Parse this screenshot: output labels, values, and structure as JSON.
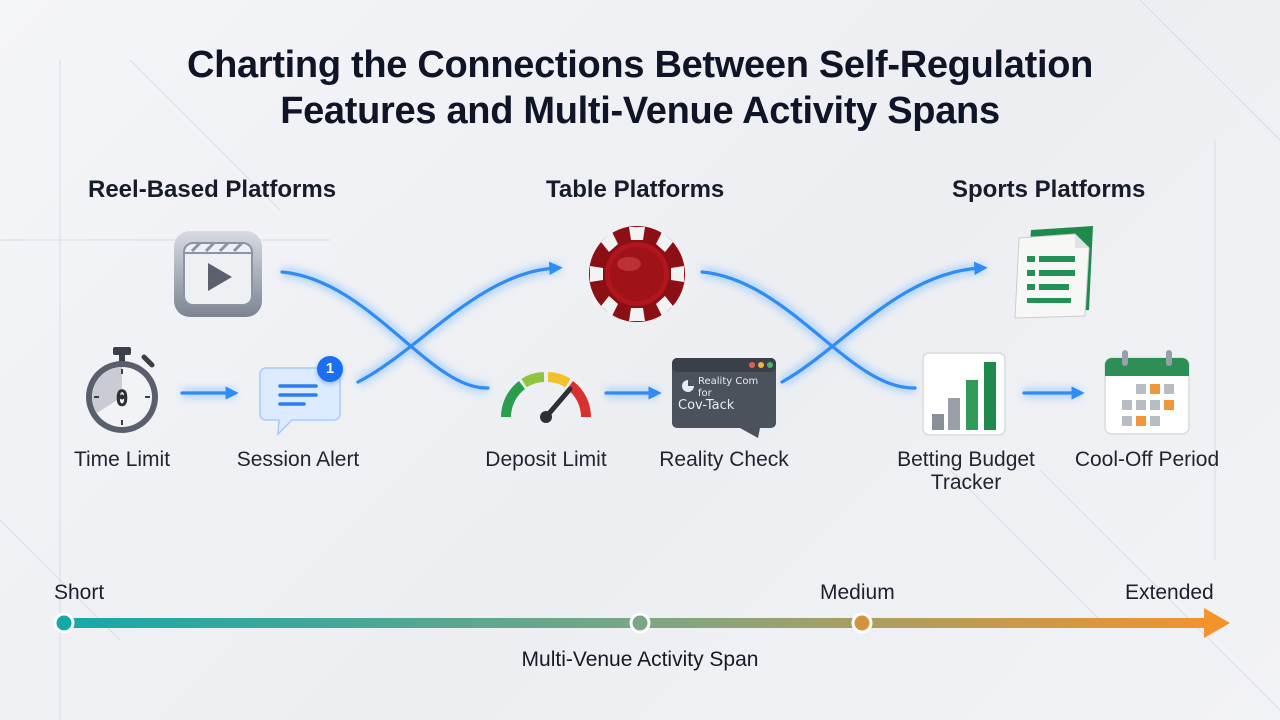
{
  "title": {
    "line1": "Charting the Connections Between Self-Regulation",
    "line2": "Features and Multi-Venue Activity Spans"
  },
  "categories": {
    "reel": "Reel-Based Platforms",
    "table": "Table Platforms",
    "sports": "Sports Platforms"
  },
  "features": {
    "time_limit": "Time Limit",
    "session_alert": "Session Alert",
    "session_alert_badge": "1",
    "deposit_limit": "Deposit Limit",
    "reality_check": "Reality Check",
    "reality_check_screen_line1": "Reality Com",
    "reality_check_screen_line2": "for",
    "reality_check_screen_line3": "Cov-Tack",
    "betting_budget_tracker_line1": "Betting Budget",
    "betting_budget_tracker_line2": "Tracker",
    "cool_off_period": "Cool-Off Period"
  },
  "timeline": {
    "short": "Short",
    "medium": "Medium",
    "extended": "Extended",
    "axis_title": "Multi-Venue Activity Span"
  },
  "colors": {
    "flow_arrow": "#2f8cf5",
    "timeline_start": "#15a8a8",
    "timeline_end": "#f2932c",
    "badge": "#1d6ff2",
    "gauge_red": "#d8322f",
    "gauge_green": "#2a9d4f"
  },
  "icons": {
    "reel": "video-play-icon",
    "table": "casino-chip-icon",
    "sports": "bet-slip-icon",
    "time_limit": "stopwatch-icon",
    "session_alert": "chat-alert-icon",
    "deposit_limit": "gauge-icon",
    "reality_check": "reality-check-window-icon",
    "betting_budget_tracker": "bar-chart-icon",
    "cool_off_period": "calendar-icon"
  }
}
